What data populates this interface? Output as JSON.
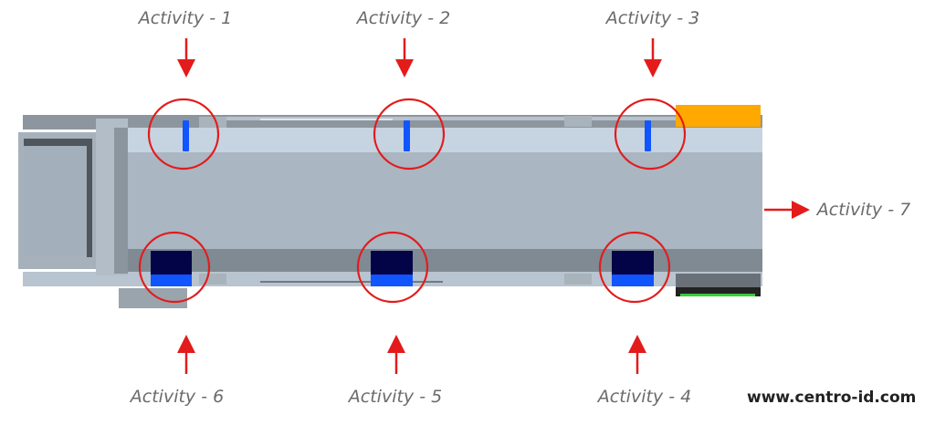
{
  "labels": {
    "a1": "Activity - 1",
    "a2": "Activity - 2",
    "a3": "Activity - 3",
    "a4": "Activity - 4",
    "a5": "Activity - 5",
    "a6": "Activity - 6",
    "a7": "Activity - 7"
  },
  "website": "www.centro-id.com",
  "colors": {
    "arrow": "#e31b1b",
    "circle": "#e31b1b",
    "accent_blue": "#1155ff",
    "navy": "#020447",
    "orange": "#ffa500",
    "green": "#3ccb3c"
  }
}
